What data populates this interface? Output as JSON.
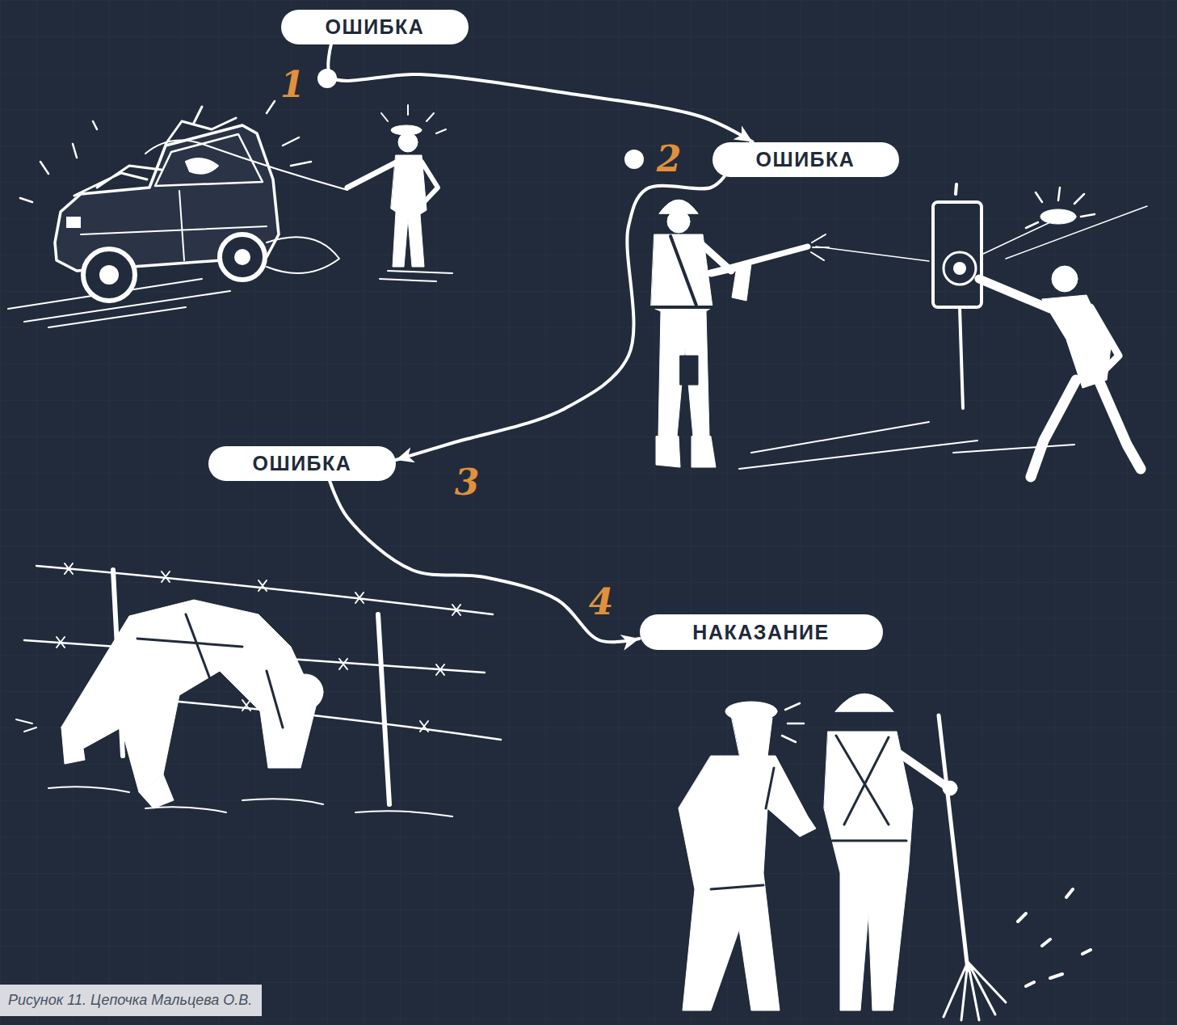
{
  "diagram": {
    "caption": "Рисунок 11. Цепочка Мальцева О.В.",
    "nodes": [
      {
        "text": [
          "ОШИБКА"
        ]
      },
      {
        "text": [
          "ОШИБКА"
        ]
      },
      {
        "text": [
          "ОШИБКА"
        ]
      },
      {
        "text": [
          "НАКАЗАНИЕ"
        ]
      }
    ],
    "edges": [
      {
        "from": 0,
        "to": 1,
        "arrow": "to"
      },
      {
        "from": 1,
        "to": 2,
        "arrow": "to"
      },
      {
        "from": 2,
        "to": 3,
        "arrow": "to"
      }
    ],
    "labels": [
      "1",
      "2",
      "3",
      "4"
    ]
  }
}
